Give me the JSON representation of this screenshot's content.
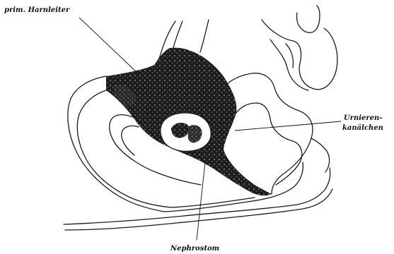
{
  "labels": {
    "prim_harnleiter": "prim. Harnleiter",
    "urnieren_line1": "Urnieren-",
    "urnieren_line2": "kanälchen",
    "nephrostom": "Nephrostom"
  },
  "colors": {
    "background": "#ffffff",
    "ink": "#111111",
    "tissue_dark": "#1c1c1c"
  }
}
